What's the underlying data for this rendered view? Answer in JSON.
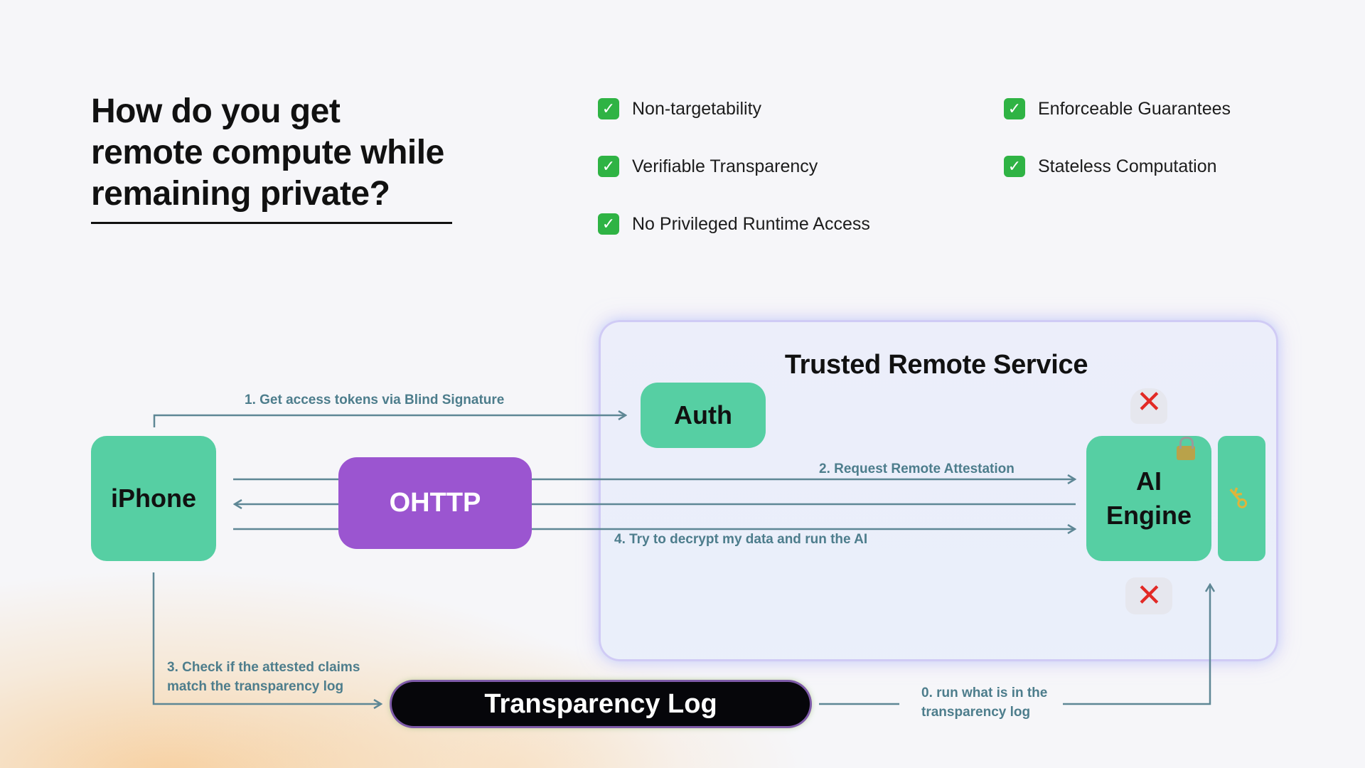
{
  "title": {
    "line1": "How do you get",
    "line2": "remote compute while",
    "line3": "remaining private?"
  },
  "checklist": [
    {
      "label": "Non-targetability"
    },
    {
      "label": "Enforceable Guarantees"
    },
    {
      "label": "Verifiable Transparency"
    },
    {
      "label": "Stateless Computation"
    },
    {
      "label": "No Privileged Runtime Access"
    }
  ],
  "checkmark_glyph": "✓",
  "panel": {
    "title": "Trusted Remote Service"
  },
  "nodes": {
    "iphone": "iPhone",
    "ohttp": "OHTTP",
    "auth": "Auth",
    "engine_line1": "AI",
    "engine_line2": "Engine",
    "transparency_log": "Transparency Log"
  },
  "steps": {
    "step1": "1. Get access tokens via Blind Signature",
    "step2": "2. Request Remote Attestation",
    "step3_line1": "3. Check if the attested claims",
    "step3_line2": "match the transparency log",
    "step4": "4.  Try to decrypt my data and run the AI",
    "step0_line1": "0. run what is in the",
    "step0_line2": "transparency log"
  },
  "icons": {
    "cross_glyph": "✕",
    "key_glyph": "⚷"
  },
  "colors": {
    "node_green": "#56cfa3",
    "ohttp_purple": "#9b55d0",
    "arrow": "#5e8795",
    "check_green": "#2fb344",
    "cross_red": "#e22a26"
  }
}
